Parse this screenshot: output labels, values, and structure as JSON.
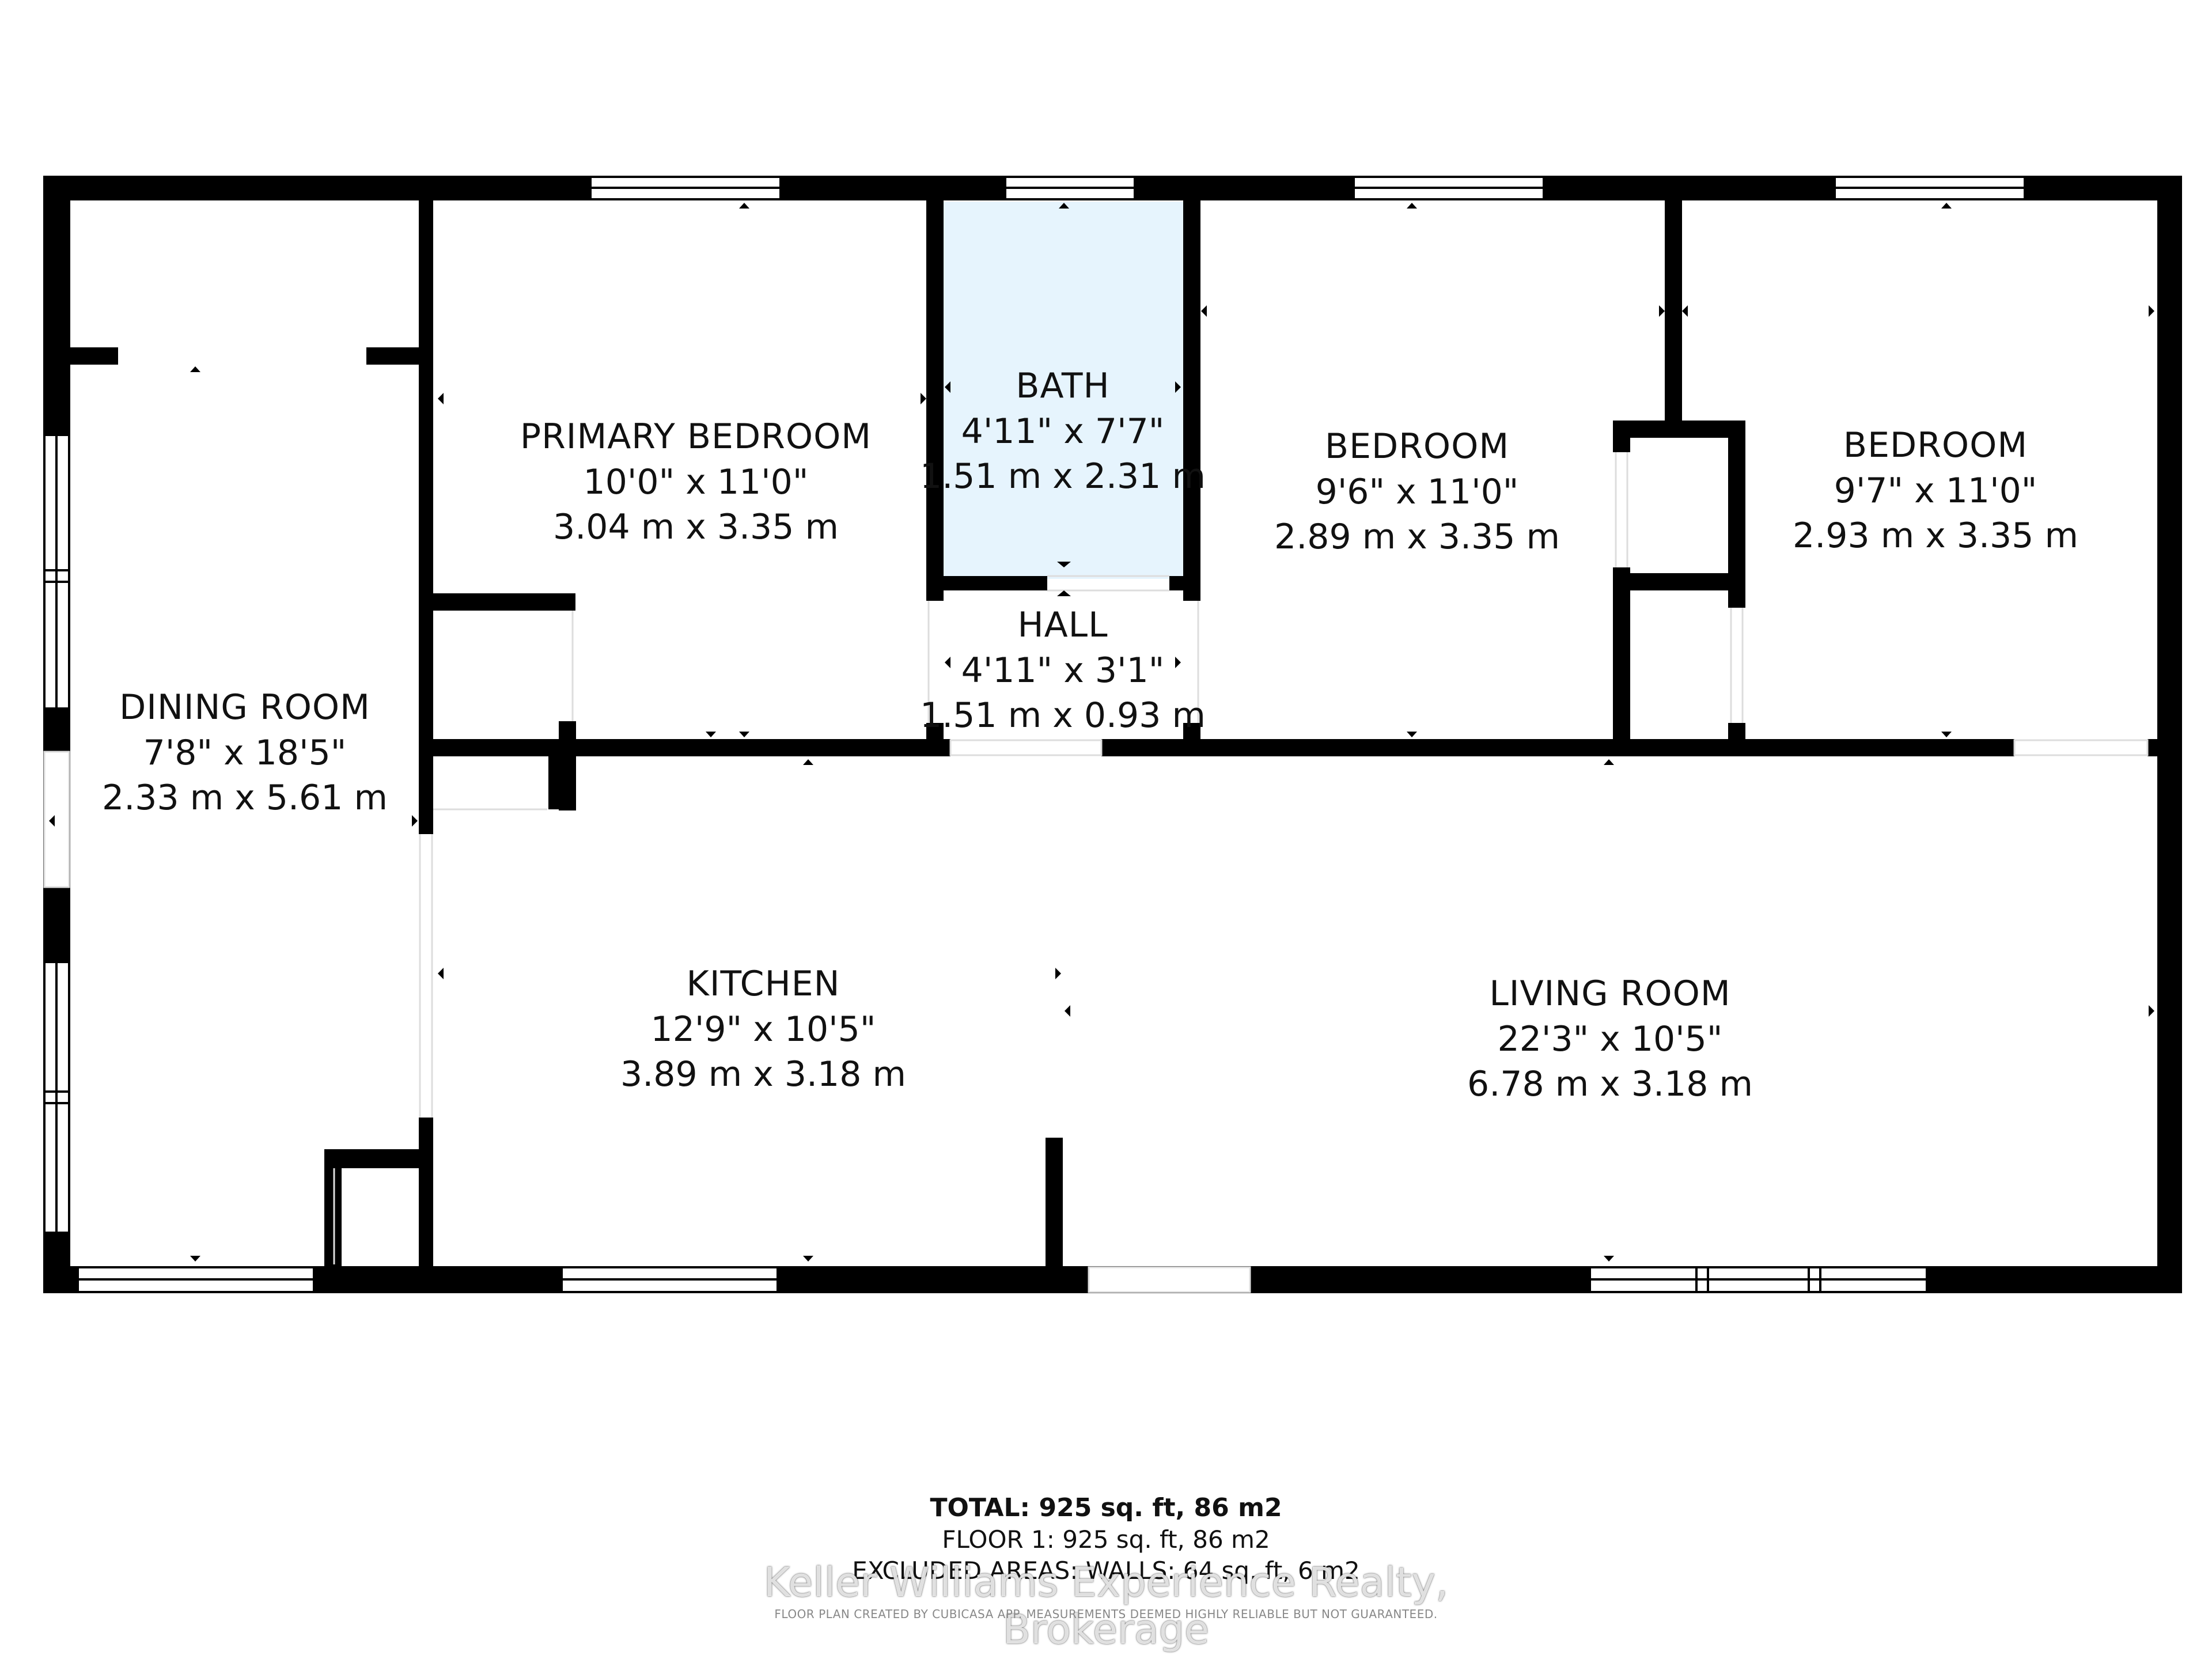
{
  "rooms": {
    "dining": {
      "name": "DINING ROOM",
      "imperial": "7'8\" x 18'5\"",
      "metric": "2.33 m x 5.61 m"
    },
    "primary_bedroom": {
      "name": "PRIMARY BEDROOM",
      "imperial": "10'0\" x 11'0\"",
      "metric": "3.04 m x 3.35 m"
    },
    "bath": {
      "name": "BATH",
      "imperial": "4'11\" x 7'7\"",
      "metric": "1.51 m x 2.31 m"
    },
    "hall": {
      "name": "HALL",
      "imperial": "4'11\" x 3'1\"",
      "metric": "1.51 m x 0.93 m"
    },
    "bedroom_2": {
      "name": "BEDROOM",
      "imperial": "9'6\" x 11'0\"",
      "metric": "2.89 m x 3.35 m"
    },
    "bedroom_3": {
      "name": "BEDROOM",
      "imperial": "9'7\" x 11'0\"",
      "metric": "2.93 m x 3.35 m"
    },
    "kitchen": {
      "name": "KITCHEN",
      "imperial": "12'9\" x 10'5\"",
      "metric": "3.89 m x 3.18 m"
    },
    "living": {
      "name": "LIVING ROOM",
      "imperial": "22'3\" x 10'5\"",
      "metric": "6.78 m x 3.18 m"
    }
  },
  "summary": {
    "total": "TOTAL: 925 sq. ft, 86 m2",
    "floor1": "FLOOR 1: 925 sq. ft, 86 m2",
    "excluded": "EXCLUDED AREAS: WALLS: 64 sq. ft, 6 m2"
  },
  "watermark": "Keller Williams Experience Realty, Brokerage",
  "disclaimer": "FLOOR PLAN CREATED BY CUBICASA APP. MEASUREMENTS DEEMED HIGHLY RELIABLE BUT NOT GUARANTEED.",
  "colors": {
    "wall": "#000000",
    "bath_fill": "#e6f4fd",
    "background": "#ffffff"
  }
}
